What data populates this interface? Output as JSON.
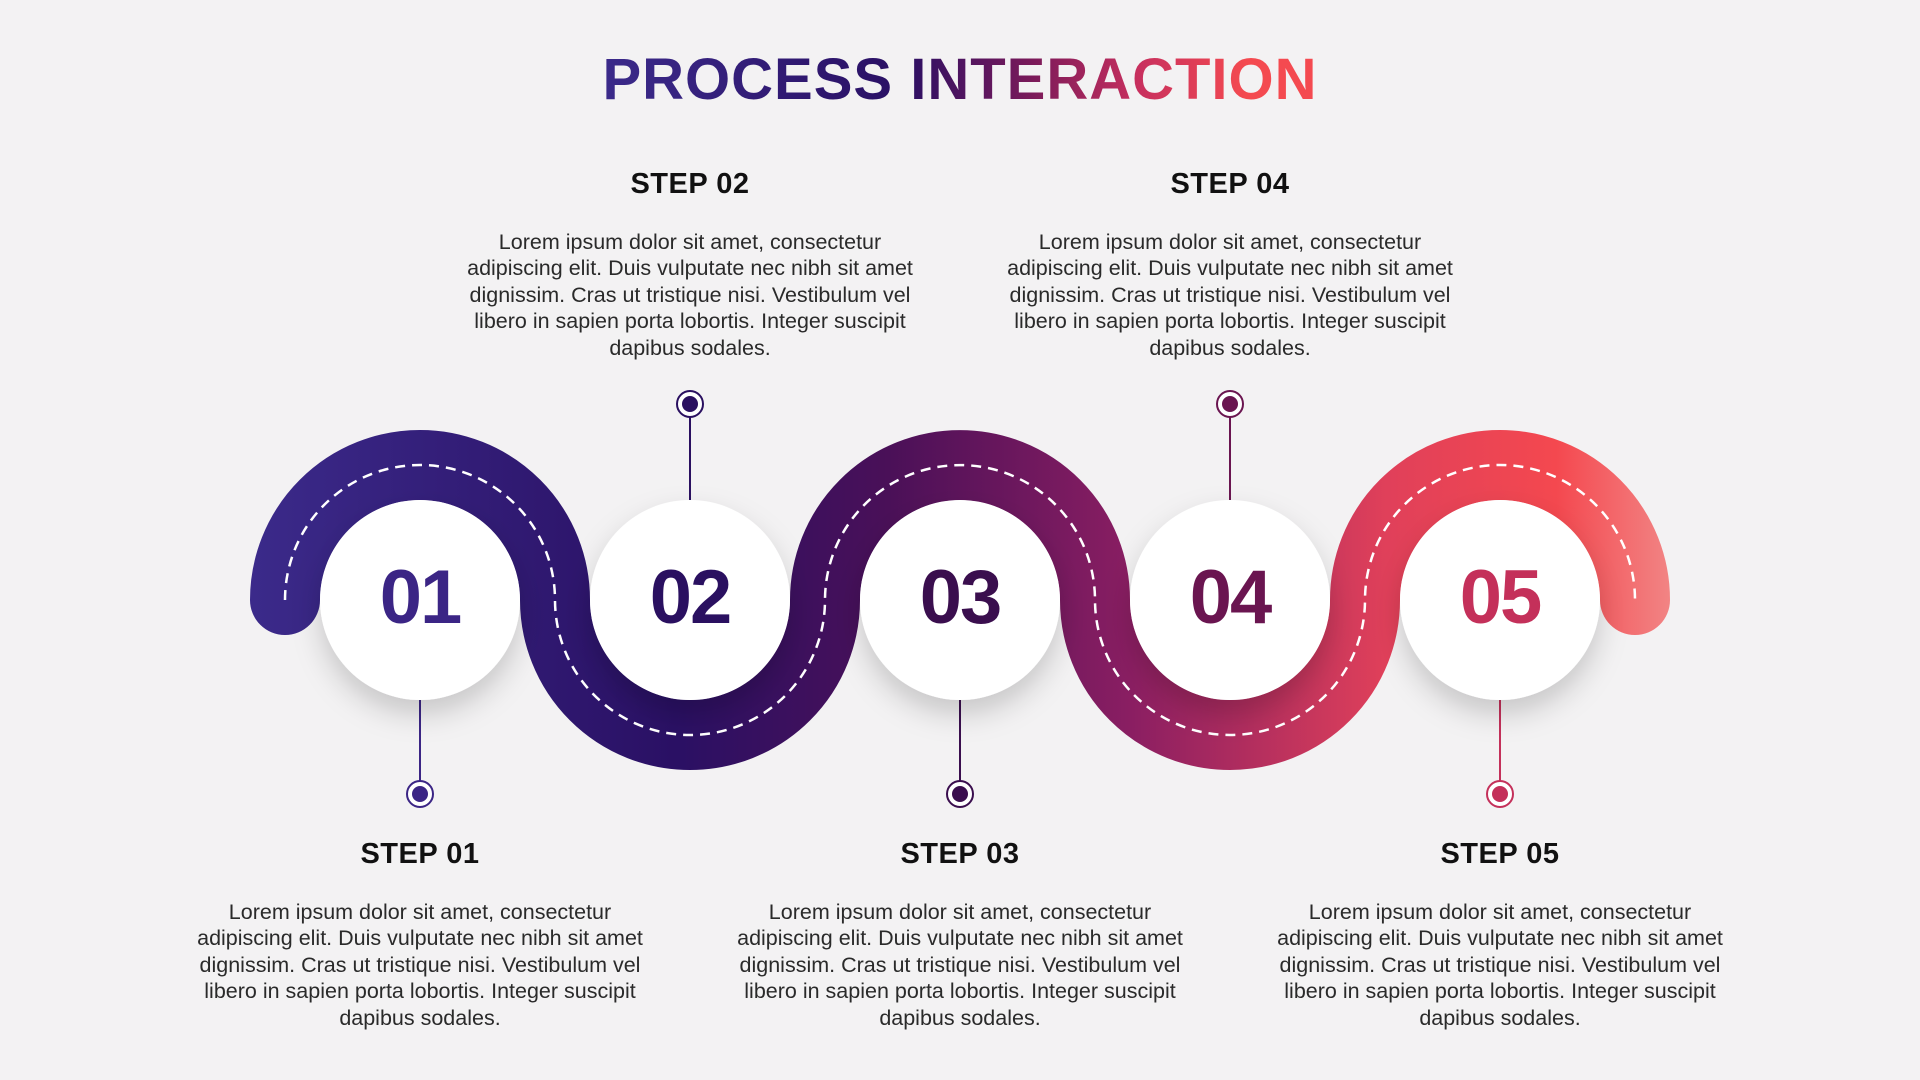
{
  "title": "PROCESS INTERACTION",
  "colors": {
    "start": "#3b2a8a",
    "mid1": "#2a1064",
    "mid2": "#5a1255",
    "mid3": "#b02c68",
    "end": "#f4484f",
    "end_light": "#f28484"
  },
  "steps": [
    {
      "number": "01",
      "heading": "STEP 01",
      "text": "Lorem ipsum dolor sit amet, consectetur adipiscing elit. Duis vulputate nec nibh sit amet dignissim. Cras ut tristique nisi. Vestibulum vel libero in sapien porta lobortis. Integer suscipit dapibus sodales.",
      "color": "#3b2585"
    },
    {
      "number": "02",
      "heading": "STEP 02",
      "text": "Lorem ipsum dolor sit amet, consectetur adipiscing elit. Duis vulputate nec nibh sit amet dignissim. Cras ut tristique nisi. Vestibulum vel libero in sapien porta lobortis. Integer suscipit dapibus sodales.",
      "color": "#2a1060"
    },
    {
      "number": "03",
      "heading": "STEP 03",
      "text": "Lorem ipsum dolor sit amet, consectetur adipiscing elit. Duis vulputate nec nibh sit amet dignissim. Cras ut tristique nisi. Vestibulum vel libero in sapien porta lobortis. Integer suscipit dapibus sodales.",
      "color": "#3a0e4e"
    },
    {
      "number": "04",
      "heading": "STEP 04",
      "text": "Lorem ipsum dolor sit amet, consectetur adipiscing elit. Duis vulputate nec nibh sit amet dignissim. Cras ut tristique nisi. Vestibulum vel libero in sapien porta lobortis. Integer suscipit dapibus sodales.",
      "color": "#6a1550"
    },
    {
      "number": "05",
      "heading": "STEP 05",
      "text": "Lorem ipsum dolor sit amet, consectetur adipiscing elit. Duis vulputate nec nibh sit amet dignissim. Cras ut tristique nisi. Vestibulum vel libero in sapien porta lobortis. Integer suscipit dapibus sodales.",
      "color": "#c4305a"
    }
  ]
}
